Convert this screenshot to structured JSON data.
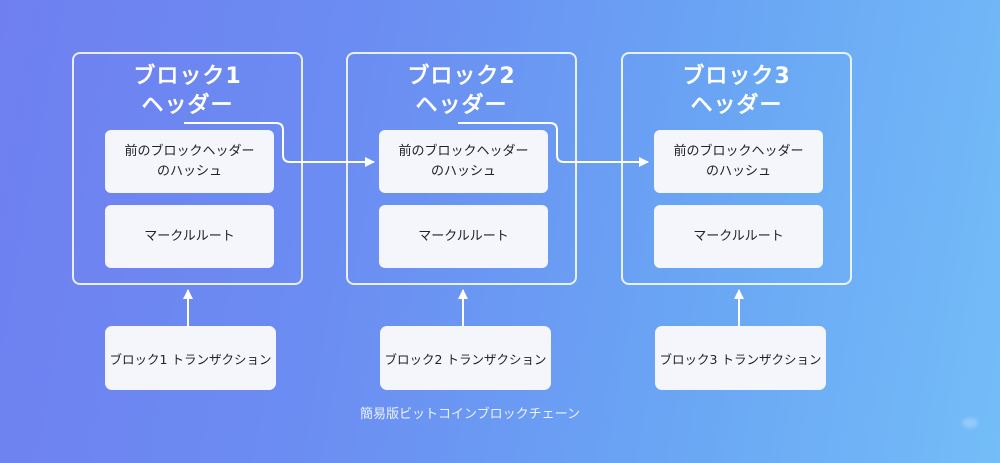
{
  "diagram": {
    "caption": "簡易版ビットコインブロックチェーン",
    "blocks": [
      {
        "title_line1": "ブロック1",
        "title_line2": "ヘッダー",
        "prev_hash_line1": "前のブロックヘッダー",
        "prev_hash_line2": "のハッシュ",
        "merkle_root": "マークルルート",
        "transactions": "ブロック1 トランザクション"
      },
      {
        "title_line1": "ブロック2",
        "title_line2": "ヘッダー",
        "prev_hash_line1": "前のブロックヘッダー",
        "prev_hash_line2": "のハッシュ",
        "merkle_root": "マークルルート",
        "transactions": "ブロック2 トランザクション"
      },
      {
        "title_line1": "ブロック3",
        "title_line2": "ヘッダー",
        "prev_hash_line1": "前のブロックヘッダー",
        "prev_hash_line2": "のハッシュ",
        "merkle_root": "マークルルート",
        "transactions": "ブロック3 トランザクション"
      }
    ],
    "colors": {
      "background_start": "#6f7ff0",
      "background_end": "#73bdf8",
      "box_fill": "#f5f6fb",
      "line": "#ffffff"
    }
  }
}
